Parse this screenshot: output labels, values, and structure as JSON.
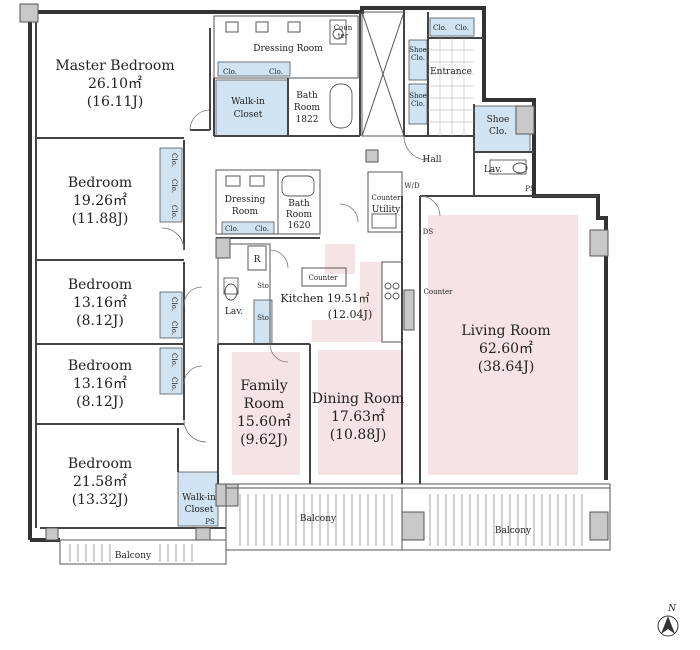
{
  "rooms": {
    "master_bedroom": {
      "name": "Master Bedroom",
      "area": "26.10㎡",
      "jo": "(16.11J)"
    },
    "bedroom_1": {
      "name": "Bedroom",
      "area": "19.26㎡",
      "jo": "(11.88J)"
    },
    "bedroom_2": {
      "name": "Bedroom",
      "area": "13.16㎡",
      "jo": "(8.12J)"
    },
    "bedroom_3": {
      "name": "Bedroom",
      "area": "13.16㎡",
      "jo": "(8.12J)"
    },
    "bedroom_4": {
      "name": "Bedroom",
      "area": "21.58㎡",
      "jo": "(13.32J)"
    },
    "kitchen": {
      "name": "Kitchen",
      "area": "19.51㎡",
      "jo": "(12.04J)"
    },
    "family_room": {
      "name_line1": "Family",
      "name_line2": "Room",
      "area": "15.60㎡",
      "jo": "(9.62J)"
    },
    "dining_room": {
      "name": "Dining Room",
      "area": "17.63㎡",
      "jo": "(10.88J)"
    },
    "living_room": {
      "name": "Living Room",
      "area": "62.60㎡",
      "jo": "(38.64J)"
    }
  },
  "labels": {
    "dressing_room_top": "Dressing Room",
    "counter_top_1": "Coun",
    "counter_top_2": "ter",
    "clo": "Clo.",
    "walkin_line1": "Walk-in",
    "walkin_line2": "Closet",
    "bath_line1": "Bath",
    "bath_line2": "Room",
    "bath_top_code": "1822",
    "dressing_line1": "Dressing",
    "dressing_line2": "Room",
    "bath_mid_code": "1620",
    "shoe": "Shoe",
    "shoe_clo_short": "Clo.",
    "entrance": "Entrance",
    "hall": "Hall",
    "lav": "Lav.",
    "ps": "PS",
    "wd": "W/D",
    "counter_small": "Counter",
    "utility": "Utility",
    "ds": "DS",
    "counter": "Counter",
    "counter_dash": "Counter",
    "r": "R",
    "sto": "Sto",
    "balcony": "Balcony",
    "north": "N"
  }
}
